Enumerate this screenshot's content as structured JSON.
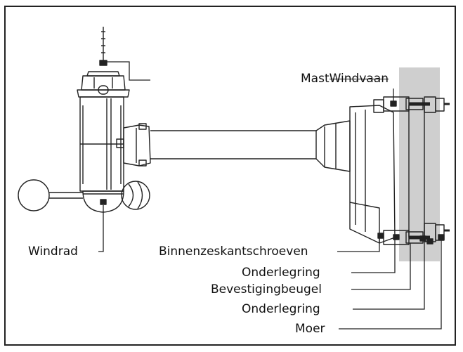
{
  "labels": {
    "mast_prefix": "Mast",
    "mast_struck": "Windvaan",
    "windrad": "Windrad",
    "binnenzeskantschroeven": "Binnenzeskantschroeven",
    "onderlegring_1": "Onderlegring",
    "bevestigingbeugel": "Bevestigingbeugel",
    "onderlegring_2": "Onderlegring",
    "moer": "Moer"
  },
  "colors": {
    "line": "#222222",
    "mast_highlight": "#cfcfcf"
  }
}
